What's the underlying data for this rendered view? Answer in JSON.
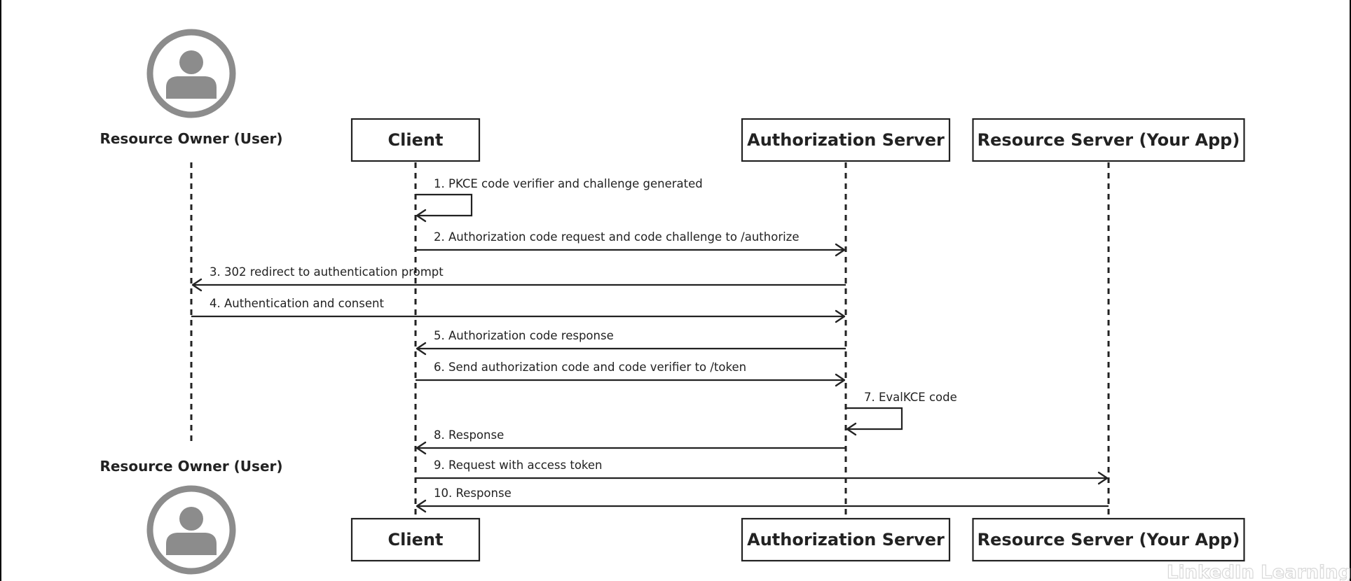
{
  "participants": [
    {
      "id": "user",
      "label": "Resource Owner (User)",
      "kind": "actor"
    },
    {
      "id": "client",
      "label": "Client",
      "kind": "box"
    },
    {
      "id": "auth",
      "label": "Authorization Server",
      "kind": "box"
    },
    {
      "id": "resource",
      "label": "Resource Server (Your App)",
      "kind": "box"
    }
  ],
  "messages": [
    {
      "label": "1. PKCE code verifier and challenge generated",
      "from": "client",
      "to": "client"
    },
    {
      "label": "2. Authorization code request and code challenge to /authorize",
      "from": "client",
      "to": "auth"
    },
    {
      "label": "3. 302 redirect to authentication prompt",
      "from": "auth",
      "to": "user"
    },
    {
      "label": "4. Authentication and consent",
      "from": "user",
      "to": "auth"
    },
    {
      "label": "5. Authorization code response",
      "from": "auth",
      "to": "client"
    },
    {
      "label": "6. Send authorization code and code verifier to /token",
      "from": "client",
      "to": "auth"
    },
    {
      "label": "7. EvalKCE code",
      "from": "auth",
      "to": "auth"
    },
    {
      "label": "8. Response",
      "from": "auth",
      "to": "client"
    },
    {
      "label": "9. Request with access token",
      "from": "client",
      "to": "resource"
    },
    {
      "label": "10. Response",
      "from": "resource",
      "to": "client"
    }
  ],
  "watermark": "LinkedIn Learning",
  "colors": {
    "line": "#222222",
    "avatar": "#8c8c8c",
    "background": "#ffffff"
  }
}
